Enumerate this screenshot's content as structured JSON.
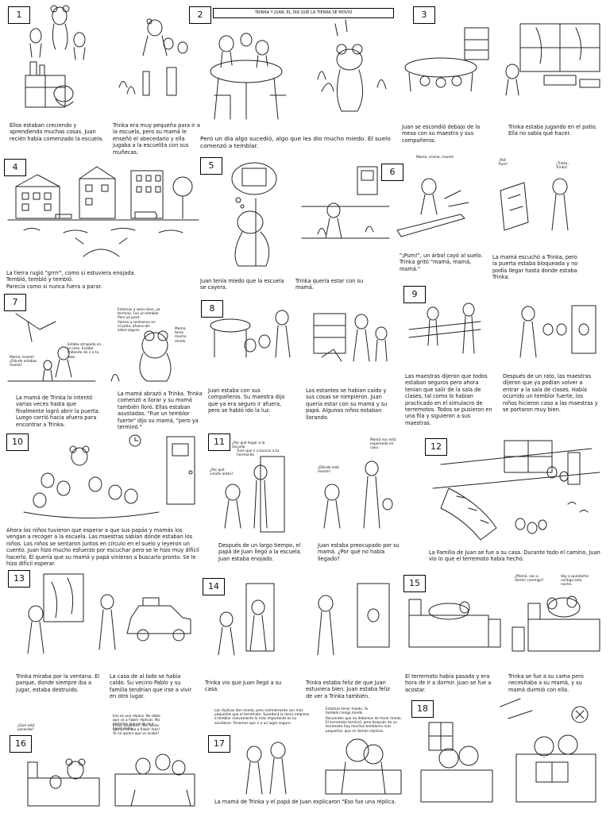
{
  "story_title": "TRINKA Y JUAN, EL DÍA QUE LA TIERRA SE MOVIÓ",
  "panels": [
    {
      "number": "1",
      "captions": [
        "Ellos estaban creciendo y aprendiendo muchas cosas. Juan recién había comenzado la escuela.",
        "Trinka era muy pequeña para ir a la escuela, pero su mamá le enseñó el abecedario y ella jugaba a la escuelita con sus muñecas."
      ]
    },
    {
      "number": "2",
      "captions": [
        "Pero  un día algo sucedió, algo que les dio mucho miedo. El suelo comenzó a temblar."
      ]
    },
    {
      "number": "3",
      "captions": [
        "Juan se escondió debajo de la mesa con su maestra y sus compañeros.",
        "Trinka estaba jugando en el patio. Ella no sabía qué hacer."
      ]
    },
    {
      "number": "4",
      "captions": [
        "La tierra rugió \"grrrr\", como si estuviera enojada.\nTembló, tembló y tembló.\nParecía como si nunca fuera a parar."
      ]
    },
    {
      "number": "5",
      "captions": [
        "Juan tenía miedo que la escuela se cayera.",
        "Trinka quería estar con su mamá."
      ]
    },
    {
      "number": "6",
      "captions": [
        "\"¡Pum!\", un árbol cayó al suelo. Trinka gritó \"mamá, mamá, mamá.\"",
        "La mamá escuchó a Trinka, pero la puerta estaba bloqueada y no podía llegar hasta donde estaba Trinka."
      ],
      "bubbles": [
        "Mamá, mamá, mamá!",
        "¡Paf, Pum!",
        "¡Trinka, Trinka!"
      ]
    },
    {
      "number": "7",
      "captions": [
        "La mamá de Trinka lo intentó varias veces hasta que finalmente logró abrir la puerta. Luego corrió hacia afuera para encontrar a Trinka.",
        "La mamá abrazó a Trinka. Trinka comenzó a llorar y su mamá también lloró. Ellas estaban asustadas. \"Fue un temblor fuerte\" dijo su mamá, \"pero ya terminó.\""
      ],
      "bubbles": [
        "Mamá, mamá!\n¿Dónde estabas mamá?",
        "Estaba atrapada en la casa. Estaba tratando de ir a tu lado",
        "Estamos a salvo bien, ya terminó. Fue un temblor. Pero ya pasó.",
        "Vamos a sentarnos en el patio, afuera del árbol seguro.",
        "Mamá, tenía mucho miedo"
      ]
    },
    {
      "number": "8",
      "captions": [
        "Juan estaba con sus compañeros. Su maestra dijo que ya era seguro ir afuera, pero se habló ido la luz.",
        "Los estantes se habían caído y sus cosas se rompieron. Juan quería estar con su mamá y su papá. Algunos niños estaban llorando."
      ]
    },
    {
      "number": "9",
      "captions": [
        "Las maestras dijeron que todos estaban seguros pero ahora tenían que salir de la sala de clases, tal como lo habían practicado en el simulacro de terremotos. Todos se pusieron en una fila y siguieron a sus maestras.",
        "Después de un rato, las maestras dijeron que ya podían volver a entrar a la sala de clases. Había ocurrido un temblor fuerte, los niños hicieron caso a las maestras y se portaron muy bien."
      ]
    },
    {
      "number": "10",
      "captions": [
        "Ahora los niños tuvieron que esperar a que sus papás y mamás los vengan a recoger a la escuela. Las maestras sabían dónde estaban los niños. Los niños se sentaron juntos en círculo en el suelo y leyeron un cuento. Juan hizo mucho esfuerzo por escuchar pero se le hizo muy difícil hacerlo. Él quería que su mamá y papá vinieran a buscarlo pronto. Se le hizo difícil esperar."
      ]
    },
    {
      "number": "11",
      "captions": [
        "Después de un largo tiempo, el papá de Juan llegó a la escuela. Juan estaba enojado.",
        "Juan estaba preocupado por su mamá. ¿Por qué no había llegado?"
      ],
      "bubbles": [
        "¿Por qué llegar a la escuela",
        "Tuve que ir a buscar a tu hermanito",
        "¿Por qué viniste antes?",
        "¿Dónde está mamá?",
        "Mamá nos está esperando en casa."
      ]
    },
    {
      "number": "12",
      "captions": [
        "La Familia de Juan se fue a su casa. Durante todo el camino, Juan vio lo que el terremoto había hecho."
      ]
    },
    {
      "number": "13",
      "captions": [
        "Trinka miraba por la ventana. El parque, donde siempre iba a jugar, estaba destruido.",
        "La casa de al lado se había caído. Su vecino Pablo y su familia tendrían que irse a vivir en otro lugar."
      ]
    },
    {
      "number": "14",
      "captions": [
        "Trinka vio que Juan llegó a su casa.",
        "Trinka estaba feliz de que Juan estuviera bien. Juan estaba feliz de ver a Trinka también."
      ]
    },
    {
      "number": "15",
      "captions": [
        "El terremoto había pasado y era hora de ir a dormir. Juan se fue a acostar.",
        "Trinka se fue a su cama pero necesitaba a su mamá, y su mamá durmió con ella."
      ],
      "bubbles": [
        "¿Mamá, vas a dormir conmigo?",
        "Voy a quedarme contigo esta noche."
      ]
    },
    {
      "number": "16",
      "captions": [],
      "bubbles": [
        "¿Qué está pasando?",
        "Eso es una réplica. No debe que va a haber réplicas. No permitas que no te va a hacer daño.",
        "Estoy asustada! ¡Me dijiste que ya no iba a haber más! Ya no quiero que se acabe!"
      ]
    },
    {
      "number": "17",
      "captions": [
        "La mamá de Trinka y el papá de Juan explicaron \"Eso fue una réplica."
      ],
      "bubbles": [
        "Las réplicas dan miedo, pero normalmente son más pequeñas que el terremoto. Sucederá la tierra empieza a temblar nuevamente lo más importante es no asustarse. Tenemos que ir a un lugar seguro.",
        "Estamos tener miedo. Yo también tengo miedo.",
        "Recuerden que no debemos de tener miedo. El terremoto terminó, pero después de un terremoto hay muchos temblores más pequeños, que se llaman réplicas."
      ]
    },
    {
      "number": "18",
      "captions": []
    }
  ]
}
